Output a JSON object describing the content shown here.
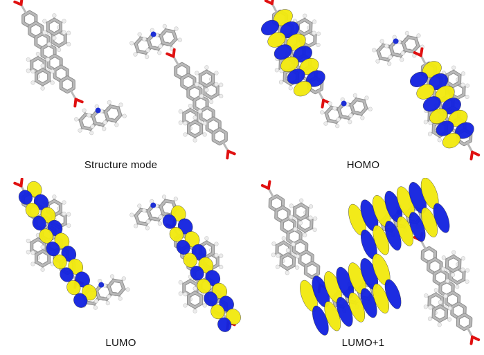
{
  "panels": [
    {
      "id": "structure",
      "label": "Structure mode"
    },
    {
      "id": "homo",
      "label": "HOMO"
    },
    {
      "id": "lumo",
      "label": "LUMO"
    },
    {
      "id": "lumo1",
      "label": "LUMO+1"
    }
  ],
  "colors": {
    "bond": "#b9b9b9",
    "bond_dark": "#8f8f8f",
    "hydrogen": "#ececec",
    "oxygen": "#e01010",
    "nitrogen": "#1d2fd6",
    "orbital_positive": "#f2ea10",
    "orbital_negative": "#1424e0"
  }
}
